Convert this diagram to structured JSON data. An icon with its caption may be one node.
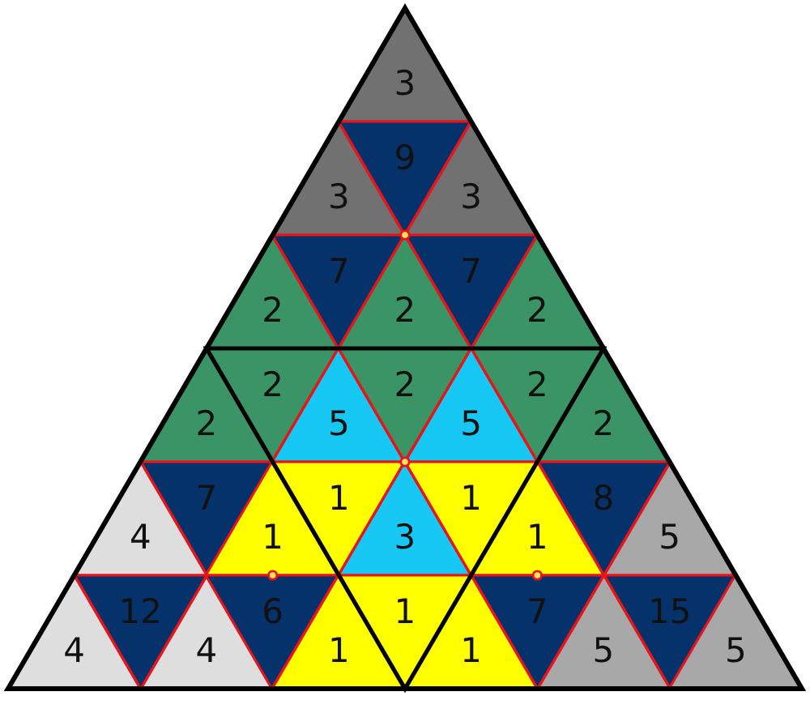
{
  "diagram": {
    "nodes": [
      {
        "text": [
          "3"
        ]
      },
      {
        "text": [
          "3"
        ]
      },
      {
        "text": [
          "9"
        ]
      },
      {
        "text": [
          "3"
        ]
      },
      {
        "text": [
          "2"
        ]
      },
      {
        "text": [
          "7"
        ]
      },
      {
        "text": [
          "2"
        ]
      },
      {
        "text": [
          "7"
        ]
      },
      {
        "text": [
          "2"
        ]
      },
      {
        "text": [
          "2"
        ]
      },
      {
        "text": [
          "2"
        ]
      },
      {
        "text": [
          "5"
        ]
      },
      {
        "text": [
          "2"
        ]
      },
      {
        "text": [
          "5"
        ]
      },
      {
        "text": [
          "2"
        ]
      },
      {
        "text": [
          "2"
        ]
      },
      {
        "text": [
          "4"
        ]
      },
      {
        "text": [
          "7"
        ]
      },
      {
        "text": [
          "1"
        ]
      },
      {
        "text": [
          "1"
        ]
      },
      {
        "text": [
          "3"
        ]
      },
      {
        "text": [
          "1"
        ]
      },
      {
        "text": [
          "1"
        ]
      },
      {
        "text": [
          "8"
        ]
      },
      {
        "text": [
          "5"
        ]
      },
      {
        "text": [
          "4"
        ]
      },
      {
        "text": [
          "12"
        ]
      },
      {
        "text": [
          "4"
        ]
      },
      {
        "text": [
          "6"
        ]
      },
      {
        "text": [
          "1"
        ]
      },
      {
        "text": [
          "1"
        ]
      },
      {
        "text": [
          "1"
        ]
      },
      {
        "text": [
          "7"
        ]
      },
      {
        "text": [
          "5"
        ]
      },
      {
        "text": [
          "15"
        ]
      },
      {
        "text": [
          "5"
        ]
      }
    ]
  }
}
